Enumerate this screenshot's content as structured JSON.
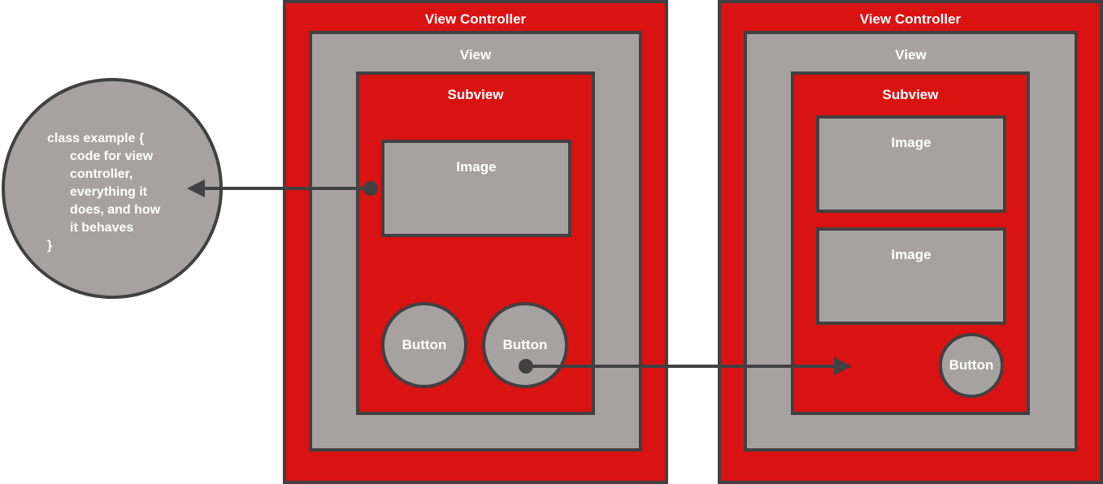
{
  "colors": {
    "red": "#d91212",
    "gray": "#a7a2a2",
    "border": "#414042",
    "text": "#ffffff"
  },
  "class_bubble": {
    "line1": "class example {",
    "line2": "code for view",
    "line3": "controller,",
    "line4": "everything it",
    "line5": "does, and how",
    "line6": "it behaves",
    "line7": "}"
  },
  "left": {
    "vc_label": "View Controller",
    "view_label": "View",
    "subview_label": "Subview",
    "image_label": "Image",
    "button1_label": "Button",
    "button2_label": "Button"
  },
  "right": {
    "vc_label": "View Controller",
    "view_label": "View",
    "subview_label": "Subview",
    "image1_label": "Image",
    "image2_label": "Image",
    "button_label": "Button"
  }
}
